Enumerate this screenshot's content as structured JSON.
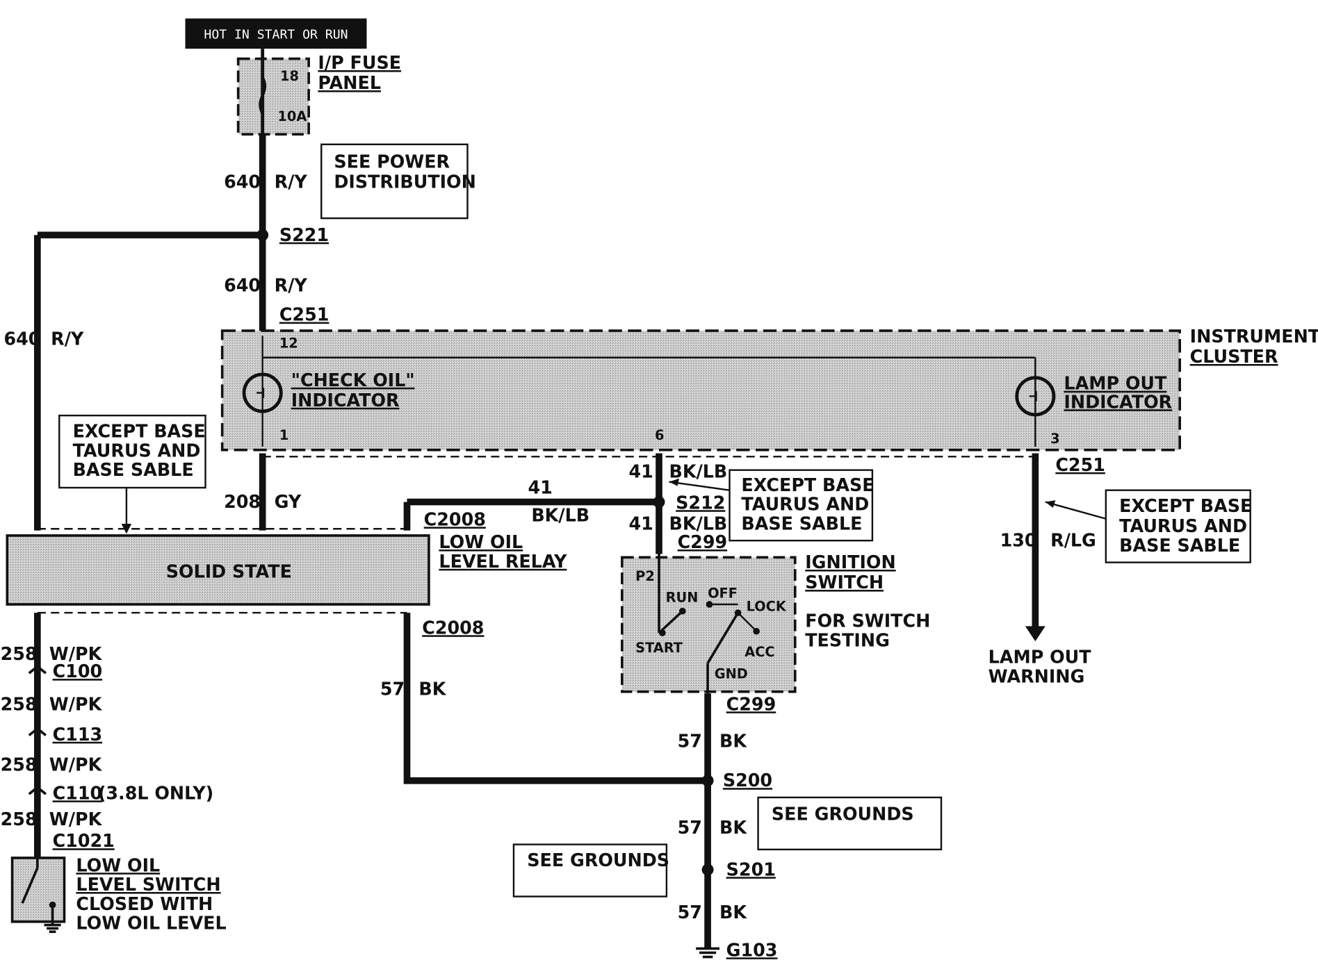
{
  "header": {
    "power_label": "HOT IN START OR RUN"
  },
  "fuse_panel": {
    "name_line1": "I/P FUSE",
    "name_line2": "PANEL",
    "fuse_number": "18",
    "fuse_rating": "10A"
  },
  "notes": {
    "see_power": {
      "line1": "SEE POWER",
      "line2": "DISTRIBUTION"
    },
    "except_1": {
      "line1": "EXCEPT BASE",
      "line2": "TAURUS AND",
      "line3": "BASE SABLE"
    },
    "except_2": {
      "line1": "EXCEPT BASE",
      "line2": "TAURUS AND",
      "line3": "BASE SABLE"
    },
    "except_3": {
      "line1": "EXCEPT BASE",
      "line2": "TAURUS AND",
      "line3": "BASE SABLE"
    },
    "see_grounds_1": "SEE GROUNDS",
    "see_grounds_2": "SEE GROUNDS"
  },
  "wires": {
    "w640_top": {
      "circuit": "640",
      "color": "R/Y"
    },
    "w640_mid": {
      "circuit": "640",
      "color": "R/Y"
    },
    "w640_left": {
      "circuit": "640",
      "color": "R/Y"
    },
    "w208": {
      "circuit": "208",
      "color": "GY"
    },
    "w41_horiz": {
      "circuit": "41",
      "color": "BK/LB"
    },
    "w41_top": {
      "circuit": "41",
      "color": "BK/LB"
    },
    "w41_bottom": {
      "circuit": "41",
      "color": "BK/LB"
    },
    "w130": {
      "circuit": "130",
      "color": "R/LG"
    },
    "w258_a": {
      "circuit": "258",
      "color": "W/PK"
    },
    "w258_b": {
      "circuit": "258",
      "color": "W/PK"
    },
    "w258_c": {
      "circuit": "258",
      "color": "W/PK"
    },
    "w258_d": {
      "circuit": "258",
      "color": "W/PK"
    },
    "w57_relay": {
      "circuit": "57",
      "color": "BK"
    },
    "w57_a": {
      "circuit": "57",
      "color": "BK"
    },
    "w57_b": {
      "circuit": "57",
      "color": "BK"
    },
    "w57_c": {
      "circuit": "57",
      "color": "BK"
    }
  },
  "splices": {
    "s221": "S221",
    "s212": "S212",
    "s200": "S200",
    "s201": "S201"
  },
  "connectors": {
    "c251_top": "C251",
    "c251_right": "C251",
    "c2008_top": "C2008",
    "c2008_bottom": "C2008",
    "c299_top": "C299",
    "c299_bottom": "C299",
    "c100": "C100",
    "c113": "C113",
    "c110": "C110",
    "c110_note": "(3.8L ONLY)",
    "c1021": "C1021"
  },
  "ground": "G103",
  "instrument_cluster": {
    "name_line1": "INSTRUMENT",
    "name_line2": "CLUSTER",
    "check_oil_line1": "\"CHECK OIL\"",
    "check_oil_line2": "INDICATOR",
    "lamp_out_line1": "LAMP OUT",
    "lamp_out_line2": "INDICATOR",
    "pin_top": "12",
    "pin_left": "1",
    "pin_mid": "6",
    "pin_right": "3"
  },
  "relay": {
    "label": "SOLID STATE",
    "name_line1": "LOW OIL",
    "name_line2": "LEVEL RELAY"
  },
  "ignition_switch": {
    "name_line1": "IGNITION",
    "name_line2": "SWITCH",
    "note_line1": "FOR SWITCH",
    "note_line2": "TESTING",
    "p2": "P2",
    "run": "RUN",
    "off": "OFF",
    "lock": "LOCK",
    "start": "START",
    "acc": "ACC",
    "gnd": "GND"
  },
  "low_oil_switch": {
    "line1": "LOW OIL",
    "line2": "LEVEL SWITCH",
    "line3": "CLOSED WITH",
    "line4": "LOW OIL LEVEL"
  },
  "lamp_out_warning": {
    "line1": "LAMP OUT",
    "line2": "WARNING"
  }
}
